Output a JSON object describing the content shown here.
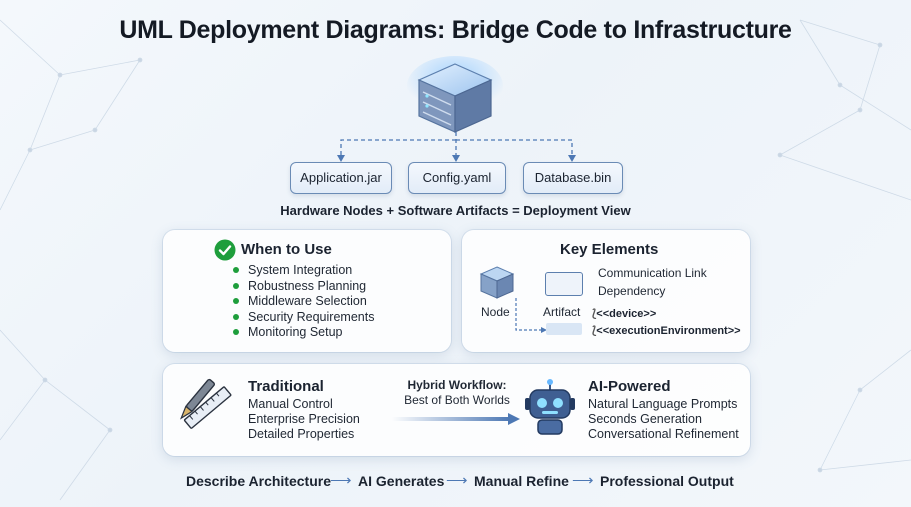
{
  "title": "UML Deployment Diagrams: Bridge Code to Infrastructure",
  "artifacts": [
    "Application.jar",
    "Config.yaml",
    "Database.bin"
  ],
  "equation": "Hardware Nodes + Software Artifacts = Deployment View",
  "when_to_use": {
    "title": "When to Use",
    "items": [
      "System Integration",
      "Robustness Planning",
      "Middleware Selection",
      "Security Requirements",
      "Monitoring Setup"
    ]
  },
  "key_elements": {
    "title": "Key Elements",
    "communication_link": "Communication Link",
    "dependency": "Dependency",
    "node": "Node",
    "artifact": "Artifact",
    "device": "<<device>>",
    "execution_environment": "<<executionEnvironment>>"
  },
  "traditional": {
    "title": "Traditional",
    "lines": [
      "Manual Control",
      "Enterprise Precision",
      "Detailed Properties"
    ]
  },
  "hybrid": {
    "title": "Hybrid Workflow:",
    "subtitle": "Best of Both Worlds"
  },
  "ai_powered": {
    "title": "AI-Powered",
    "lines": [
      "Natural Language Prompts",
      "Seconds Generation",
      "Conversational Refinement"
    ]
  },
  "flow": [
    "Describe Architecture",
    "AI Generates",
    "Manual Refine",
    "Professional Output"
  ],
  "colors": {
    "accent_blue": "#4d78b4",
    "check_green": "#1e9e3c",
    "node_blue": "#6f8fbf"
  },
  "icons": [
    "server-node-icon",
    "check-circle-icon",
    "pen-ruler-icon",
    "robot-icon",
    "arrow-right-icon"
  ]
}
